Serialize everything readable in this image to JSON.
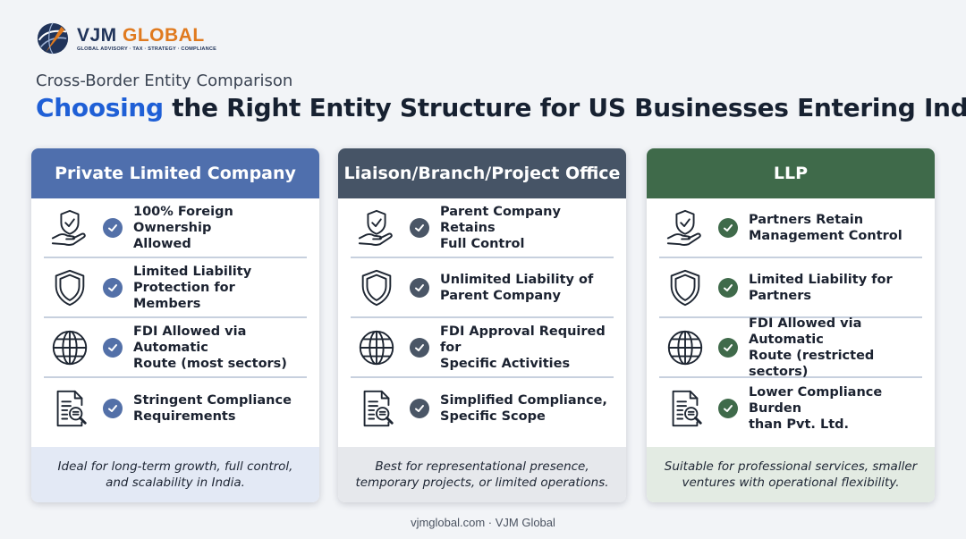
{
  "brand": {
    "name_part1": "VJM",
    "name_part2": " GLOBAL",
    "tagline": "GLOBAL ADVISORY · TAX · STRATEGY · COMPLIANCE"
  },
  "header": {
    "subtitle": "Cross-Border Entity Comparison",
    "title_accent": "Choosing",
    "title_rest": " the Right Entity Structure for US Businesses Entering India"
  },
  "colors": {
    "card1_header": "#4f6fad",
    "card2_header": "#465466",
    "card3_header": "#3f6a4a",
    "card1_check": "#5370a8",
    "card2_check": "#4a5666",
    "card3_check": "#3f6a4a",
    "card1_footer_bg": "#e3e9f5",
    "card2_footer_bg": "#e6e8ec",
    "card3_footer_bg": "#e3ebe3",
    "accent": "#1f5fd6",
    "brand_orange": "#e07a1f"
  },
  "cards": [
    {
      "title": "Private Limited Company",
      "rows": [
        {
          "icon": "hand-shield-icon",
          "text": "100% Foreign Ownership\nAllowed"
        },
        {
          "icon": "shield-icon",
          "text": "Limited Liability\nProtection for Members"
        },
        {
          "icon": "globe-icon",
          "text": "FDI Allowed via Automatic\nRoute (most sectors)"
        },
        {
          "icon": "document-search-icon",
          "text": "Stringent Compliance\nRequirements"
        }
      ],
      "footer": "Ideal for long-term growth, full control,\nand scalability in India."
    },
    {
      "title": "Liaison/Branch/Project Office",
      "rows": [
        {
          "icon": "hand-shield-icon",
          "text": "Parent Company Retains\nFull Control"
        },
        {
          "icon": "shield-icon",
          "text": "Unlimited Liability of\nParent Company"
        },
        {
          "icon": "globe-icon",
          "text": "FDI Approval Required for\nSpecific Activities"
        },
        {
          "icon": "document-search-icon",
          "text": "Simplified Compliance,\nSpecific Scope"
        }
      ],
      "footer": "Best for representational presence,\ntemporary projects, or limited operations."
    },
    {
      "title": "LLP",
      "rows": [
        {
          "icon": "hand-shield-icon",
          "text": "Partners Retain\nManagement Control"
        },
        {
          "icon": "shield-icon",
          "text": "Limited Liability for\nPartners"
        },
        {
          "icon": "globe-icon",
          "text": "FDI Allowed via Automatic\nRoute (restricted sectors)"
        },
        {
          "icon": "document-search-icon",
          "text": "Lower Compliance Burden\nthan Pvt. Ltd."
        }
      ],
      "footer": "Suitable for professional services, smaller\nventures with operational flexibility."
    }
  ],
  "footer": {
    "credit": "vjmglobal.com · VJM Global"
  }
}
